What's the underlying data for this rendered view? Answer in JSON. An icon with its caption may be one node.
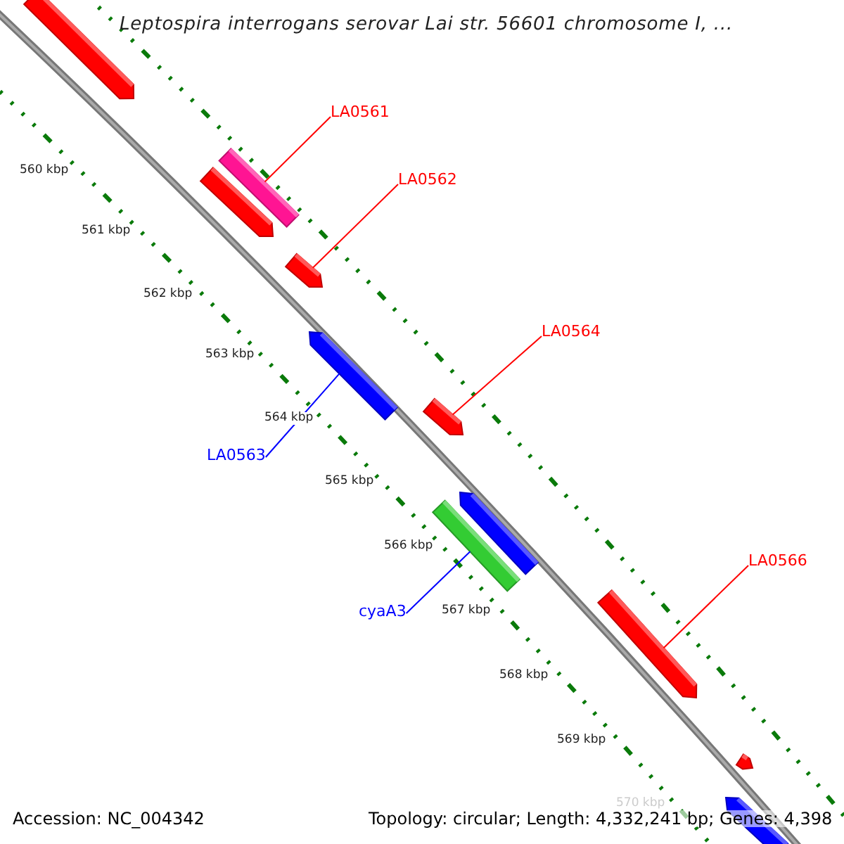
{
  "diagram": {
    "title": "Leptospira interrogans serovar Lai str. 56601 chromosome I, ...",
    "nodes": [
      {
        "text": [],
        "shape": "bar"
      },
      {
        "text": [
          "LA0561"
        ]
      },
      {
        "text": [],
        "shape": "bar"
      },
      {
        "text": [],
        "shape": "bar"
      },
      {
        "text": [
          "LA0562"
        ]
      },
      {
        "text": [],
        "shape": "bar"
      },
      {
        "text": [],
        "shape": "bar"
      },
      {
        "text": [
          "LA0564"
        ]
      },
      {
        "text": [],
        "shape": "bar"
      },
      {
        "text": [
          "LA0563"
        ]
      },
      {
        "text": [],
        "shape": "bar"
      },
      {
        "text": [],
        "shape": "bar"
      },
      {
        "text": [
          "LA0566"
        ]
      },
      {
        "text": [],
        "shape": "bar"
      },
      {
        "text": [
          "cyaA3"
        ]
      },
      {
        "text": [],
        "shape": "bar"
      },
      {
        "text": [],
        "shape": "bar"
      }
    ],
    "edges": [
      {
        "from": 1,
        "to": 2,
        "arrow": "none"
      },
      {
        "from": 4,
        "to": 5,
        "arrow": "none"
      },
      {
        "from": 7,
        "to": 8,
        "arrow": "none"
      },
      {
        "from": 9,
        "to": 6,
        "arrow": "none",
        "color": "#0000ff"
      },
      {
        "from": 14,
        "to": 11,
        "arrow": "none",
        "color": "#0000ff"
      },
      {
        "from": 12,
        "to": 13,
        "arrow": "none"
      }
    ],
    "labels": [
      "560 kbp",
      "561 kbp",
      "562 kbp",
      "563 kbp",
      "564 kbp",
      "565 kbp",
      "566 kbp",
      "567 kbp",
      "568 kbp",
      "569 kbp",
      "570 kbp",
      "Accession: NC_004342",
      "Topology: circular; Length: 4,332,241 bp; Genes: 4,398"
    ]
  }
}
